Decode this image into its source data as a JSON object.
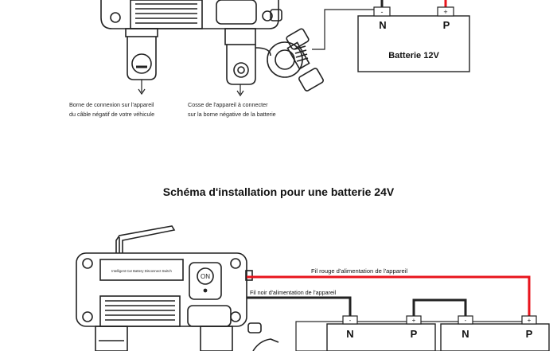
{
  "top": {
    "battery_label": "Batterie 12V",
    "terminal_n": "N",
    "terminal_p": "P",
    "sign_minus": "-",
    "sign_plus": "+",
    "caption_left_line1": "Borne de connexion sur l'appareil",
    "caption_left_line2": "du câble négatif de votre véhicule",
    "caption_right_line1": "Cosse de l'appareil à connecter",
    "caption_right_line2": "sur la borne négative de la batterie"
  },
  "bottom": {
    "title": "Schéma d'installation pour une batterie 24V",
    "device_brand": "Intelligent Car Battery Disconnect Switch",
    "on_label": "ON",
    "wire_red_label": "Fil rouge d'alimentation de l'appareil",
    "wire_black_label": "Fil noir d'alimentation de l'appareil",
    "battery1_n": "N",
    "battery1_p": "P",
    "battery2_n": "N",
    "battery2_p": "P",
    "sign_minus": "-",
    "sign_plus": "+"
  },
  "colors": {
    "line": "#222222",
    "red_wire": "#e8141c",
    "background": "#ffffff"
  }
}
